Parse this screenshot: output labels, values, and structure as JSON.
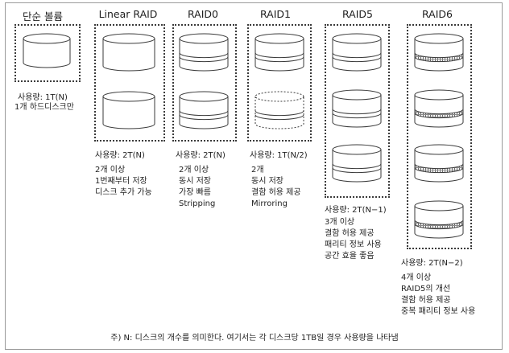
{
  "columns": [
    {
      "id": "single",
      "header": "단순 볼륨",
      "usage": "사용량: 1T(N)",
      "lines": [
        "1개 하드디스크만"
      ]
    },
    {
      "id": "linear",
      "header": "Linear RAID",
      "usage": "사용량: 2T(N)",
      "lines": [
        "2개 이상",
        "1번째부터 저장",
        "디스크 추가 가능"
      ]
    },
    {
      "id": "raid0",
      "header": "RAID0",
      "usage": "사용량: 2T(N)",
      "lines": [
        "2개 이상",
        "동시 저장",
        "가장 빠름",
        "Stripping"
      ]
    },
    {
      "id": "raid1",
      "header": "RAID1",
      "usage": "사용량: 1T(N/2)",
      "lines": [
        "2개",
        "동시 저장",
        "결함 허용 제공",
        "Mirroring"
      ]
    },
    {
      "id": "raid5",
      "header": "RAID5",
      "usage": "사용량: 2T(N−1)",
      "lines": [
        "3개 이상",
        "결함 허용 제공",
        "패리티 정보 사용",
        "공간 효율 좋음"
      ]
    },
    {
      "id": "raid6",
      "header": "RAID6",
      "usage": "사용량: 2T(N−2)",
      "lines": [
        "4개 이상",
        "RAID5의 개선",
        "결함 허용 제공",
        "중복 패리티 정보 사용"
      ]
    }
  ],
  "footnote": "주) N: 디스크의 개수를 의미한다. 여기서는 각 디스크당 1TB일 경우 사용량을 나타냄"
}
